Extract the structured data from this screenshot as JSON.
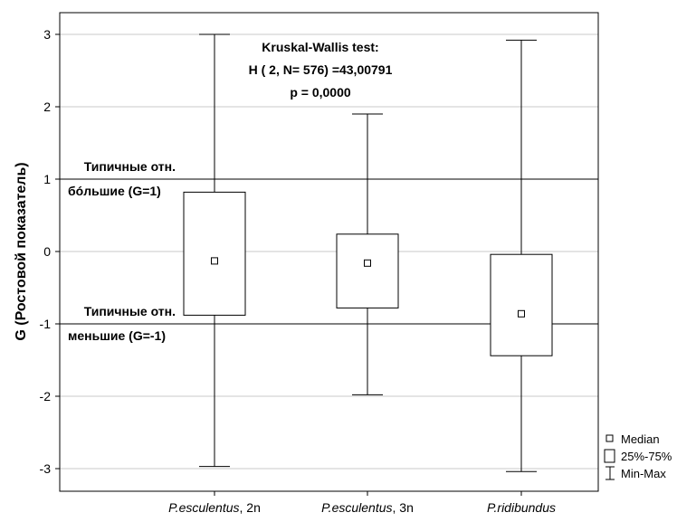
{
  "chart_data": {
    "type": "box",
    "ylabel": "G (Ростовой показатель)",
    "xlabel": "",
    "ylim": [
      -3.3,
      3.3
    ],
    "yticks": [
      -3,
      -2,
      -1,
      0,
      1,
      2,
      3
    ],
    "ytick_labels": [
      "-3",
      "-2",
      "-1",
      "0",
      "1",
      "2",
      "3"
    ],
    "grid": "horizontal",
    "categories": [
      {
        "name": "P.esculentus",
        "suffix": ", 2n"
      },
      {
        "name": "P.esculentus",
        "suffix": ", 3n"
      },
      {
        "name": "P.ridibundus",
        "suffix": ""
      }
    ],
    "boxes": [
      {
        "min": -2.97,
        "q1": -0.88,
        "median": -0.13,
        "q3": 0.82,
        "max": 3.0
      },
      {
        "min": -1.98,
        "q1": -0.78,
        "median": -0.16,
        "q3": 0.24,
        "max": 1.9
      },
      {
        "min": -3.04,
        "q1": -1.44,
        "median": -0.86,
        "q3": -0.04,
        "max": 2.92
      }
    ],
    "reference_lines": [
      {
        "y": 1,
        "label_line1": "Типичные отн.",
        "label_line2": "бóльшие (G=1)"
      },
      {
        "y": -1,
        "label_line1": "Типичные отн.",
        "label_line2": "меньшие (G=-1)"
      }
    ],
    "annotation": [
      "Kruskal-Wallis test:",
      "H ( 2, N= 576) =43,00791",
      "p = 0,0000"
    ],
    "legend": {
      "placement": "bottom-right",
      "items": [
        "Median",
        "25%-75%",
        "Min-Max"
      ]
    }
  }
}
